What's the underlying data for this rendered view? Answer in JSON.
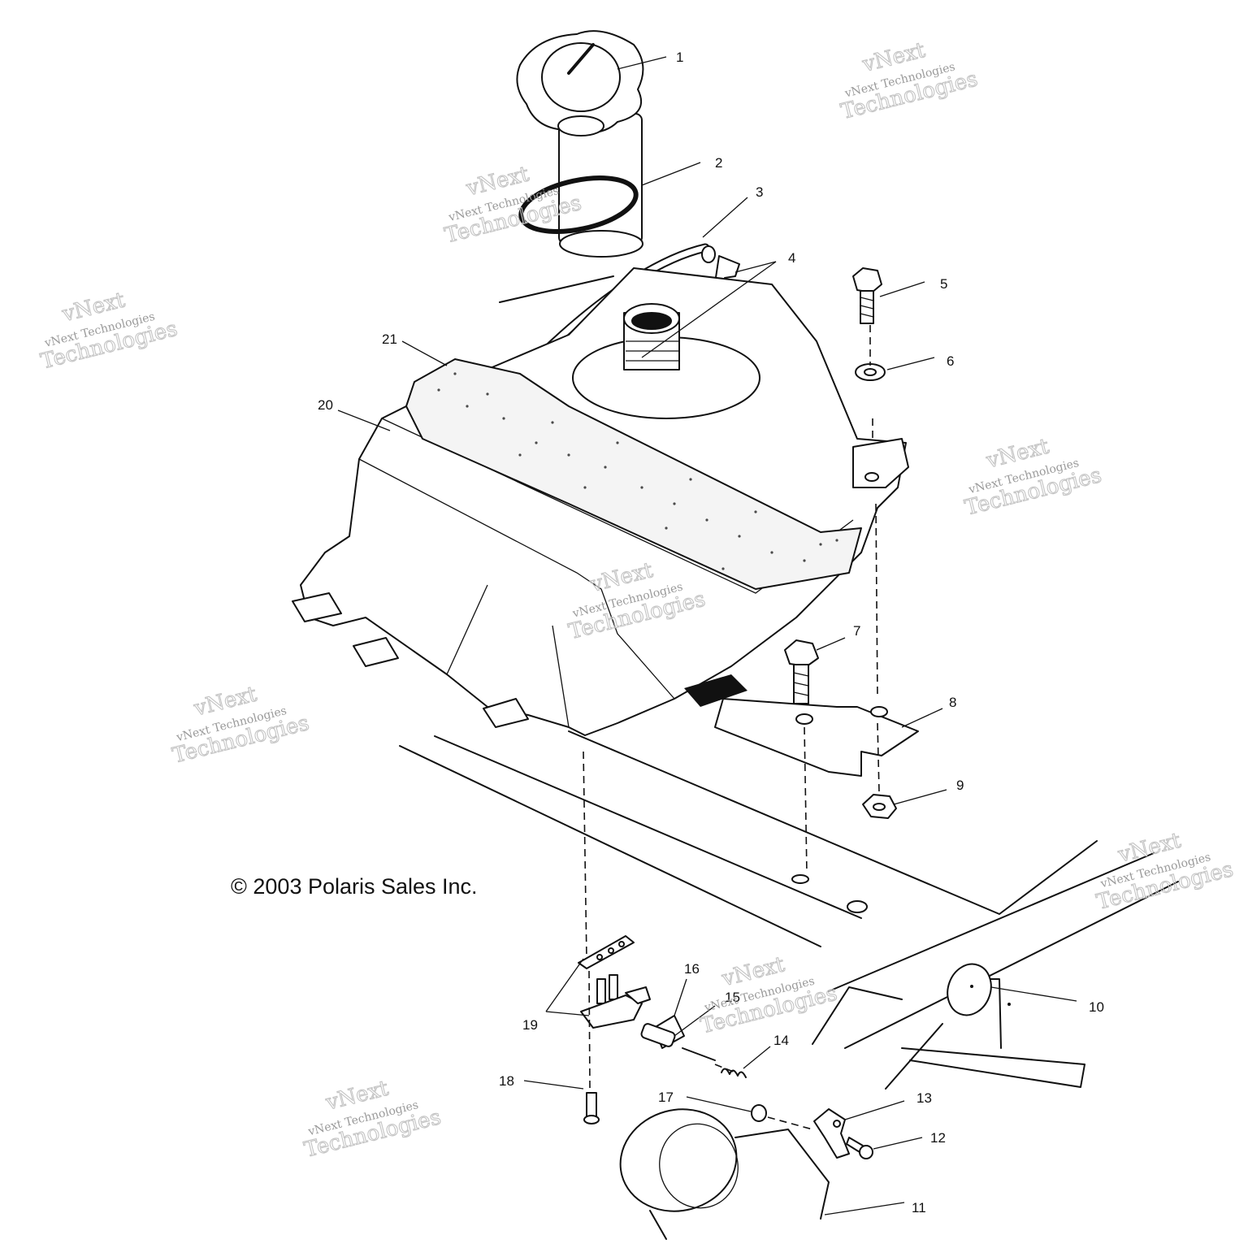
{
  "copyright": "© 2003 Polaris Sales Inc.",
  "watermark": {
    "line1": "vNext",
    "line2": "vNext Technologies",
    "line3": "Technologies"
  },
  "callouts": [
    "1",
    "2",
    "3",
    "4",
    "5",
    "6",
    "7",
    "8",
    "9",
    "10",
    "11",
    "12",
    "13",
    "14",
    "15",
    "16",
    "17",
    "18",
    "19",
    "20",
    "21"
  ],
  "icons": {
    "fuel_cap": "fuel-cap-icon",
    "fuel_tank": "fuel-tank-icon",
    "frame": "frame-icon",
    "fuel_valve": "fuel-valve-icon"
  },
  "colors": {
    "line": "#111111",
    "watermark": "#9a9a9a",
    "background": "#ffffff"
  }
}
